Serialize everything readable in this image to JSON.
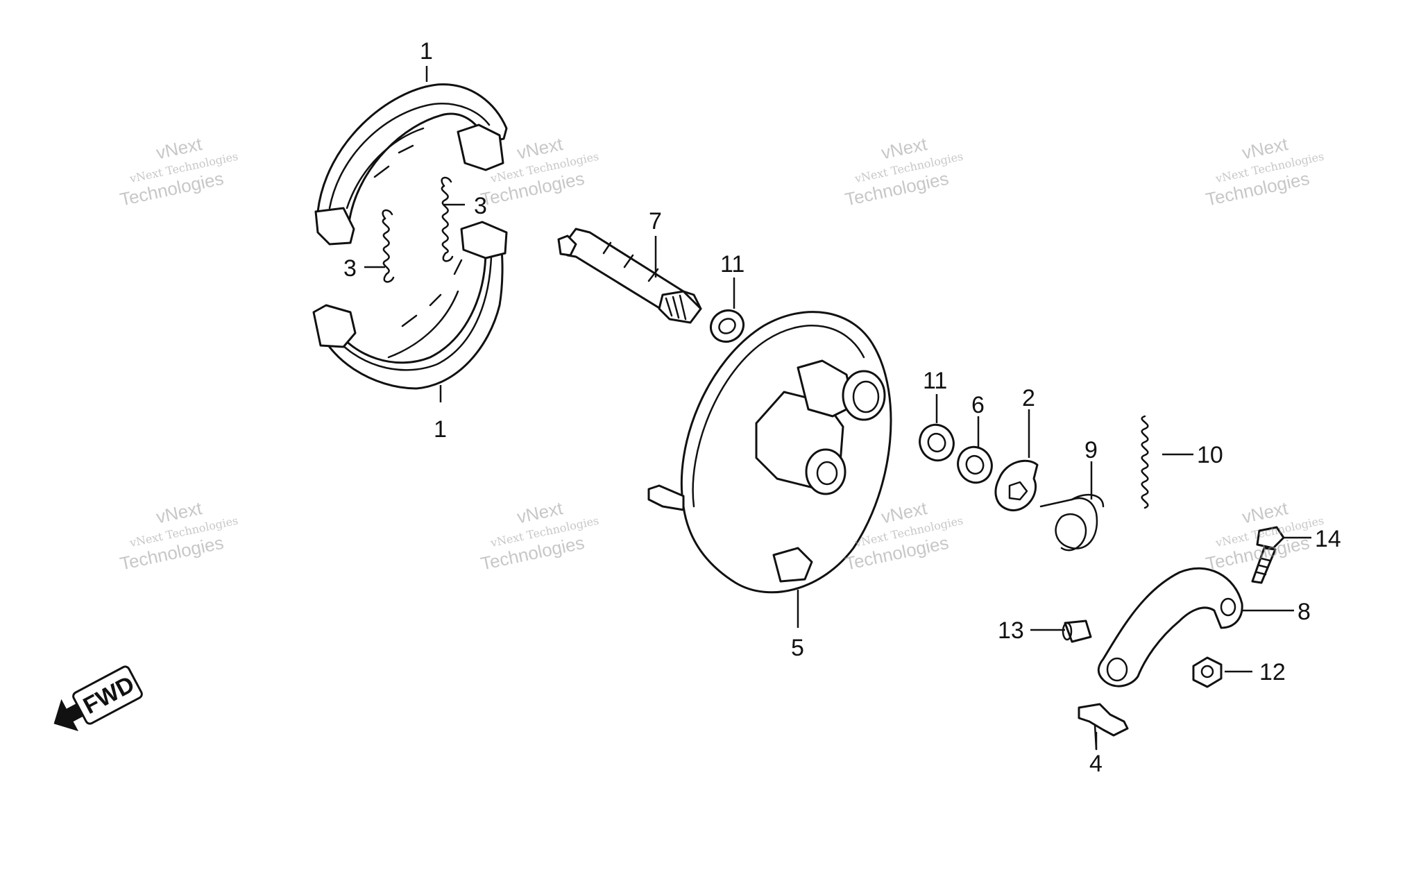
{
  "watermark": {
    "line1": "vNext",
    "line2": "vNext Technologies",
    "line3": "Technologies"
  },
  "direction_label": "FWD",
  "callouts": [
    {
      "id": "1a",
      "text": "1"
    },
    {
      "id": "1b",
      "text": "1"
    },
    {
      "id": "3a",
      "text": "3"
    },
    {
      "id": "3b",
      "text": "3"
    },
    {
      "id": "7",
      "text": "7"
    },
    {
      "id": "11a",
      "text": "11"
    },
    {
      "id": "11b",
      "text": "11"
    },
    {
      "id": "6",
      "text": "6"
    },
    {
      "id": "2",
      "text": "2"
    },
    {
      "id": "9",
      "text": "9"
    },
    {
      "id": "10",
      "text": "10"
    },
    {
      "id": "5",
      "text": "5"
    },
    {
      "id": "14",
      "text": "14"
    },
    {
      "id": "8",
      "text": "8"
    },
    {
      "id": "13",
      "text": "13"
    },
    {
      "id": "12",
      "text": "12"
    },
    {
      "id": "4",
      "text": "4"
    }
  ]
}
